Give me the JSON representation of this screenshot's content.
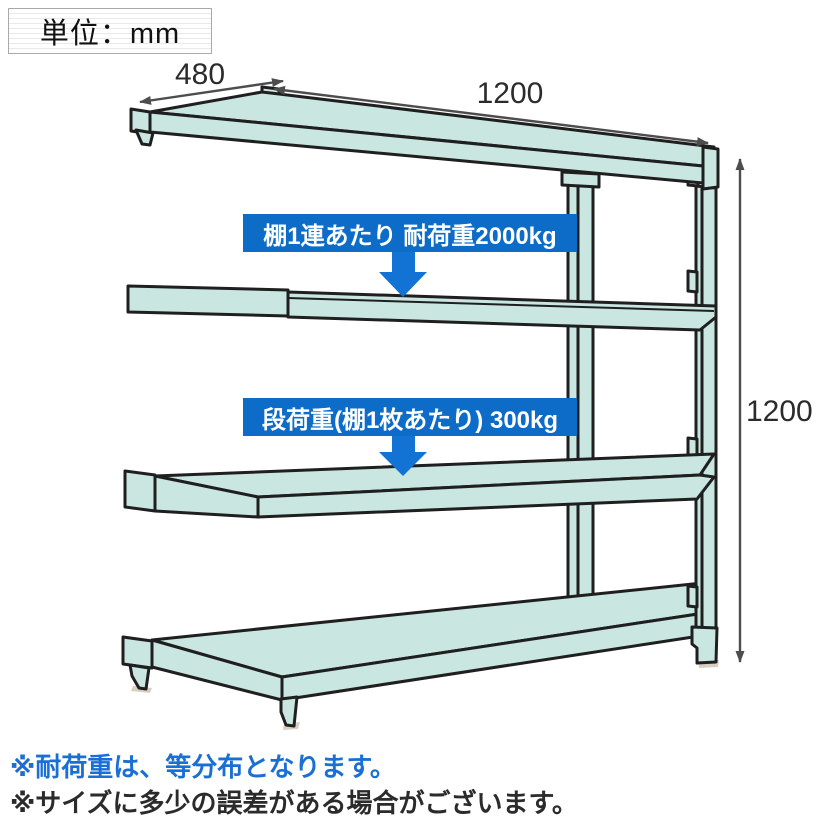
{
  "unit_label": "単位：mm",
  "dimensions": {
    "depth": "480",
    "width": "1200",
    "height": "1200"
  },
  "badges": {
    "bay_load": "棚1連あたり 耐荷重2000kg",
    "shelf_load": "段荷重(棚1枚あたり) 300kg"
  },
  "notes": {
    "load_note": "※耐荷重は、等分布となります。",
    "size_note": "※サイズに多少の誤差がある場合がございます。"
  },
  "colors": {
    "shelf_fill": "#c9e6e1",
    "outline": "#1f1f1f",
    "badge_blue": "#0d6cc8",
    "arrow_blue": "#1273d4",
    "dimension_gray": "#4d4d4d",
    "note_blue": "#1a6fd4",
    "note_dark": "#2b2b2b",
    "shadow_tan": "#d9cfc0"
  }
}
